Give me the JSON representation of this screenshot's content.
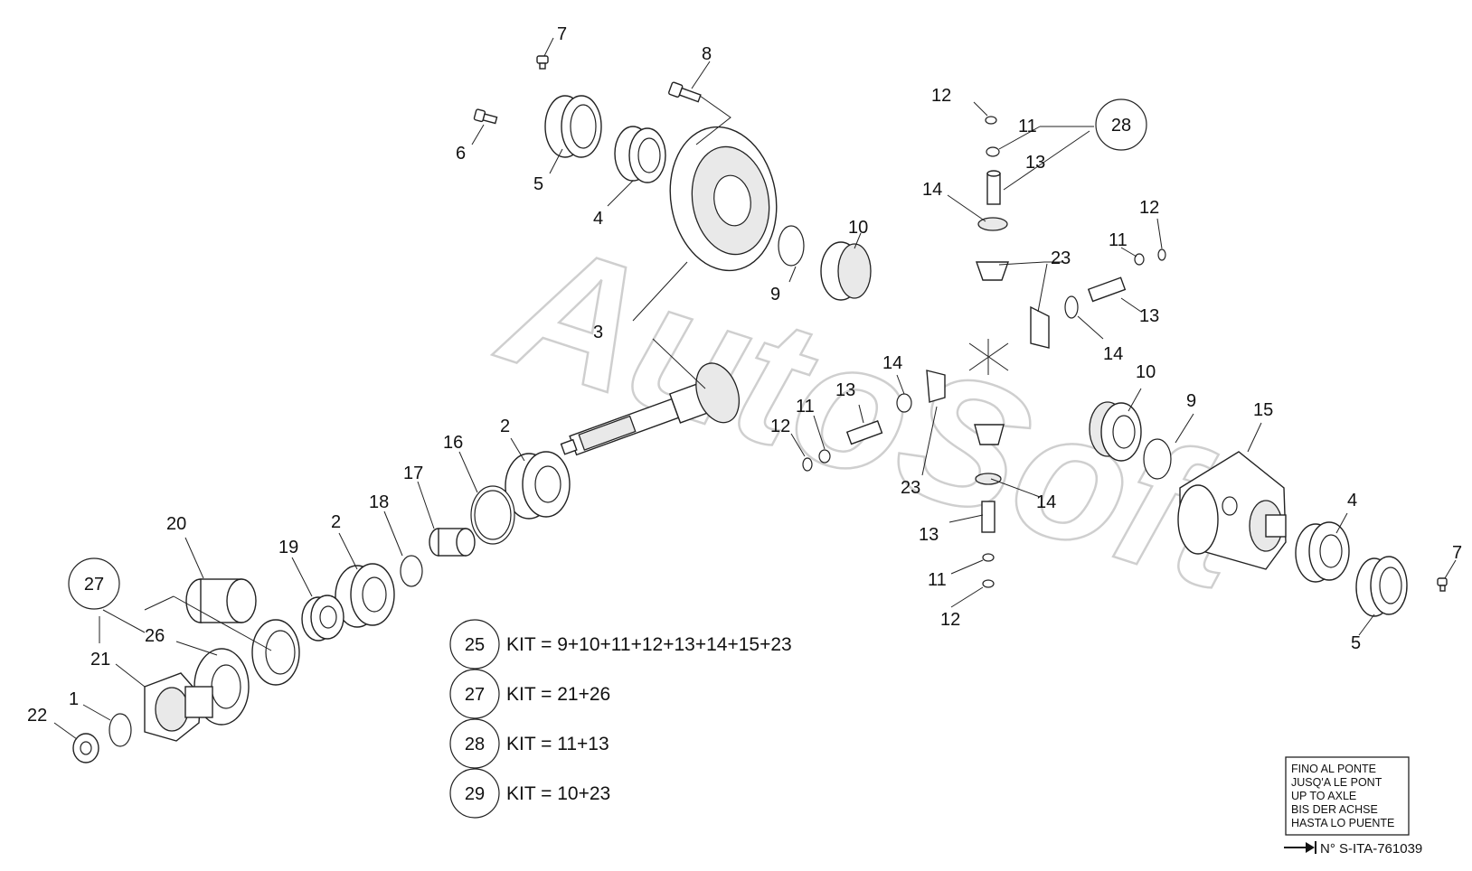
{
  "watermark": "AutoSoft",
  "callouts": [
    {
      "id": "c7a",
      "text": "7"
    },
    {
      "id": "c8",
      "text": "8"
    },
    {
      "id": "c6",
      "text": "6"
    },
    {
      "id": "c5a",
      "text": "5"
    },
    {
      "id": "c4a",
      "text": "4"
    },
    {
      "id": "c3",
      "text": "3"
    },
    {
      "id": "c9a",
      "text": "9"
    },
    {
      "id": "c10a",
      "text": "10"
    },
    {
      "id": "c12a",
      "text": "12"
    },
    {
      "id": "c11a",
      "text": "11"
    },
    {
      "id": "c13a",
      "text": "13"
    },
    {
      "id": "c14a",
      "text": "14"
    },
    {
      "id": "c23a",
      "text": "23"
    },
    {
      "id": "c12b",
      "text": "12"
    },
    {
      "id": "c11b",
      "text": "11"
    },
    {
      "id": "c13b",
      "text": "13"
    },
    {
      "id": "c14b",
      "text": "14"
    },
    {
      "id": "c14c",
      "text": "14"
    },
    {
      "id": "c13c",
      "text": "13"
    },
    {
      "id": "c11c",
      "text": "11"
    },
    {
      "id": "c12c",
      "text": "12"
    },
    {
      "id": "c23b",
      "text": "23"
    },
    {
      "id": "c14d",
      "text": "14"
    },
    {
      "id": "c13d",
      "text": "13"
    },
    {
      "id": "c11d",
      "text": "11"
    },
    {
      "id": "c12d",
      "text": "12"
    },
    {
      "id": "c10b",
      "text": "10"
    },
    {
      "id": "c9b",
      "text": "9"
    },
    {
      "id": "c15",
      "text": "15"
    },
    {
      "id": "c4b",
      "text": "4"
    },
    {
      "id": "c7b",
      "text": "7"
    },
    {
      "id": "c5b",
      "text": "5"
    },
    {
      "id": "c2a",
      "text": "2"
    },
    {
      "id": "c16",
      "text": "16"
    },
    {
      "id": "c17",
      "text": "17"
    },
    {
      "id": "c18",
      "text": "18"
    },
    {
      "id": "c2b",
      "text": "2"
    },
    {
      "id": "c19",
      "text": "19"
    },
    {
      "id": "c20",
      "text": "20"
    },
    {
      "id": "c26",
      "text": "26"
    },
    {
      "id": "c21",
      "text": "21"
    },
    {
      "id": "c1",
      "text": "1"
    },
    {
      "id": "c22",
      "text": "22"
    }
  ],
  "circled_callouts": [
    {
      "id": "k28",
      "text": "28"
    },
    {
      "id": "k27top",
      "text": "27"
    }
  ],
  "kits": [
    {
      "number": "25",
      "formula": "KIT = 9+10+11+12+13+14+15+23"
    },
    {
      "number": "27",
      "formula": "KIT = 21+26"
    },
    {
      "number": "28",
      "formula": "KIT = 11+13"
    },
    {
      "number": "29",
      "formula": "KIT = 10+23"
    }
  ],
  "validity_box": {
    "lines": [
      "FINO AL PONTE",
      "JUSQ'A LE PONT",
      "UP TO AXLE",
      "BIS DER ACHSE",
      "HASTA LO PUENTE"
    ],
    "serial": "N° S-ITA-761039"
  }
}
